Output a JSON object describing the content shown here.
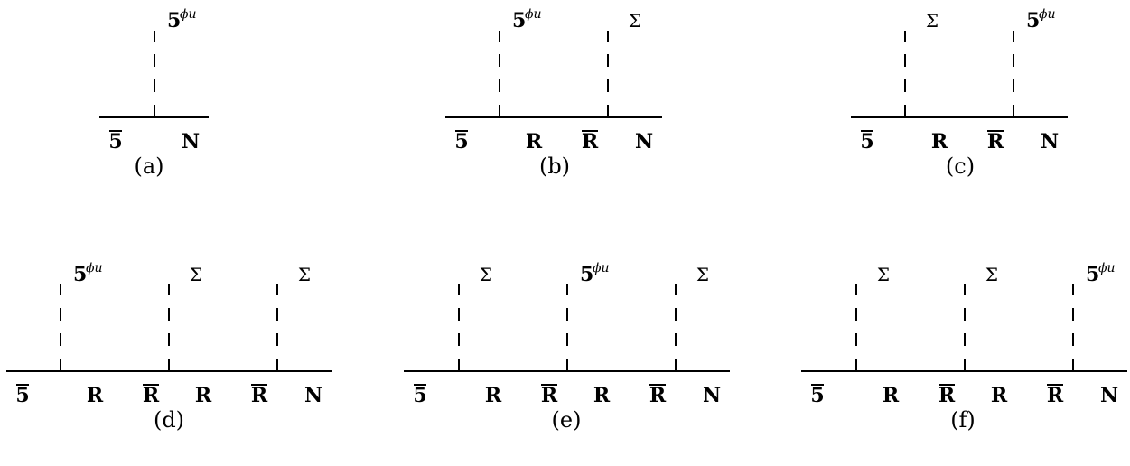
{
  "legs": {
    "fivebar": "5",
    "N": "N",
    "R": "R",
    "Rbar": "R"
  },
  "scalars": {
    "phi_base": "5",
    "phi_sup": "ϕu",
    "sigma": "Σ"
  },
  "diagrams": [
    {
      "id": "a",
      "caption": "(a)",
      "vertices": [
        "phi"
      ],
      "segments": [
        "fivebar",
        "N"
      ]
    },
    {
      "id": "b",
      "caption": "(b)",
      "vertices": [
        "phi",
        "sigma"
      ],
      "segments": [
        "fivebar",
        "R",
        "Rbar",
        "N"
      ]
    },
    {
      "id": "c",
      "caption": "(c)",
      "vertices": [
        "sigma",
        "phi"
      ],
      "segments": [
        "fivebar",
        "R",
        "Rbar",
        "N"
      ]
    },
    {
      "id": "d",
      "caption": "(d)",
      "vertices": [
        "phi",
        "sigma",
        "sigma"
      ],
      "segments": [
        "fivebar",
        "R",
        "Rbar",
        "R",
        "Rbar",
        "N"
      ]
    },
    {
      "id": "e",
      "caption": "(e)",
      "vertices": [
        "sigma",
        "phi",
        "sigma"
      ],
      "segments": [
        "fivebar",
        "R",
        "Rbar",
        "R",
        "Rbar",
        "N"
      ]
    },
    {
      "id": "f",
      "caption": "(f)",
      "vertices": [
        "sigma",
        "sigma",
        "phi"
      ],
      "segments": [
        "fivebar",
        "R",
        "Rbar",
        "R",
        "Rbar",
        "N"
      ]
    }
  ]
}
